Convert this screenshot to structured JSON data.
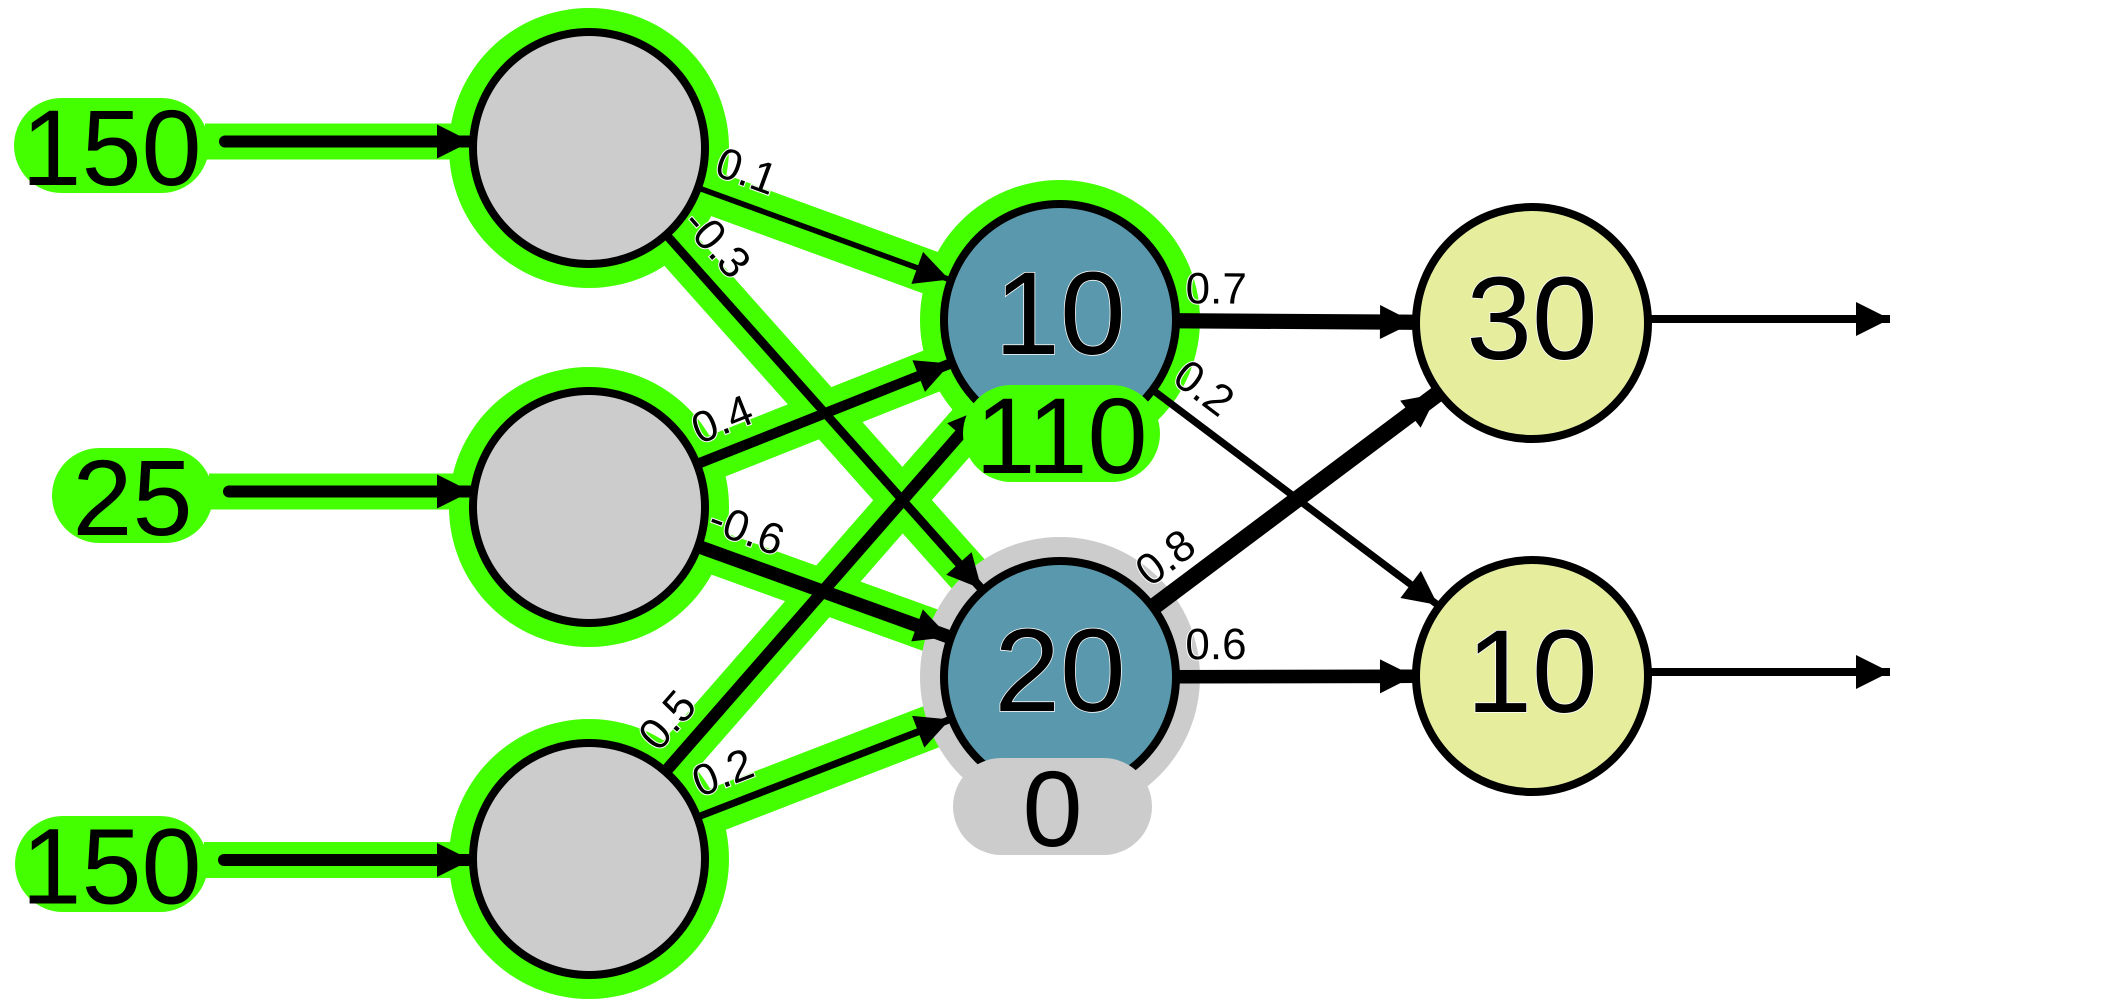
{
  "colors": {
    "active": "#44ff00",
    "inactive_halo": "#cccccc",
    "input_fill": "#cccccc",
    "hidden_fill": "#5a99ad",
    "output_fill": "#e6ee9e",
    "stroke": "#000000"
  },
  "inputs": [
    {
      "id": "i1",
      "value": "150",
      "active": true
    },
    {
      "id": "i2",
      "value": "25",
      "active": true
    },
    {
      "id": "i3",
      "value": "150",
      "active": true
    }
  ],
  "hidden": [
    {
      "id": "h1",
      "bias": "10",
      "sum": "110",
      "active": true
    },
    {
      "id": "h2",
      "bias": "20",
      "sum": "0",
      "active": false
    }
  ],
  "outputs": [
    {
      "id": "o1",
      "bias": "30"
    },
    {
      "id": "o2",
      "bias": "10"
    }
  ],
  "edges": [
    {
      "from": "i1",
      "to": "h1",
      "weight": "0.1",
      "active": true
    },
    {
      "from": "i1",
      "to": "h2",
      "weight": "-0.3",
      "active": true
    },
    {
      "from": "i2",
      "to": "h1",
      "weight": "0.4",
      "active": true
    },
    {
      "from": "i2",
      "to": "h2",
      "weight": "-0.6",
      "active": true
    },
    {
      "from": "i3",
      "to": "h1",
      "weight": "0.5",
      "active": true
    },
    {
      "from": "i3",
      "to": "h2",
      "weight": "0.2",
      "active": true
    },
    {
      "from": "h1",
      "to": "o1",
      "weight": "0.7",
      "active": false
    },
    {
      "from": "h1",
      "to": "o2",
      "weight": "0.2",
      "active": false
    },
    {
      "from": "h2",
      "to": "o1",
      "weight": "0.8",
      "active": false
    },
    {
      "from": "h2",
      "to": "o2",
      "weight": "0.6",
      "active": false
    }
  ]
}
